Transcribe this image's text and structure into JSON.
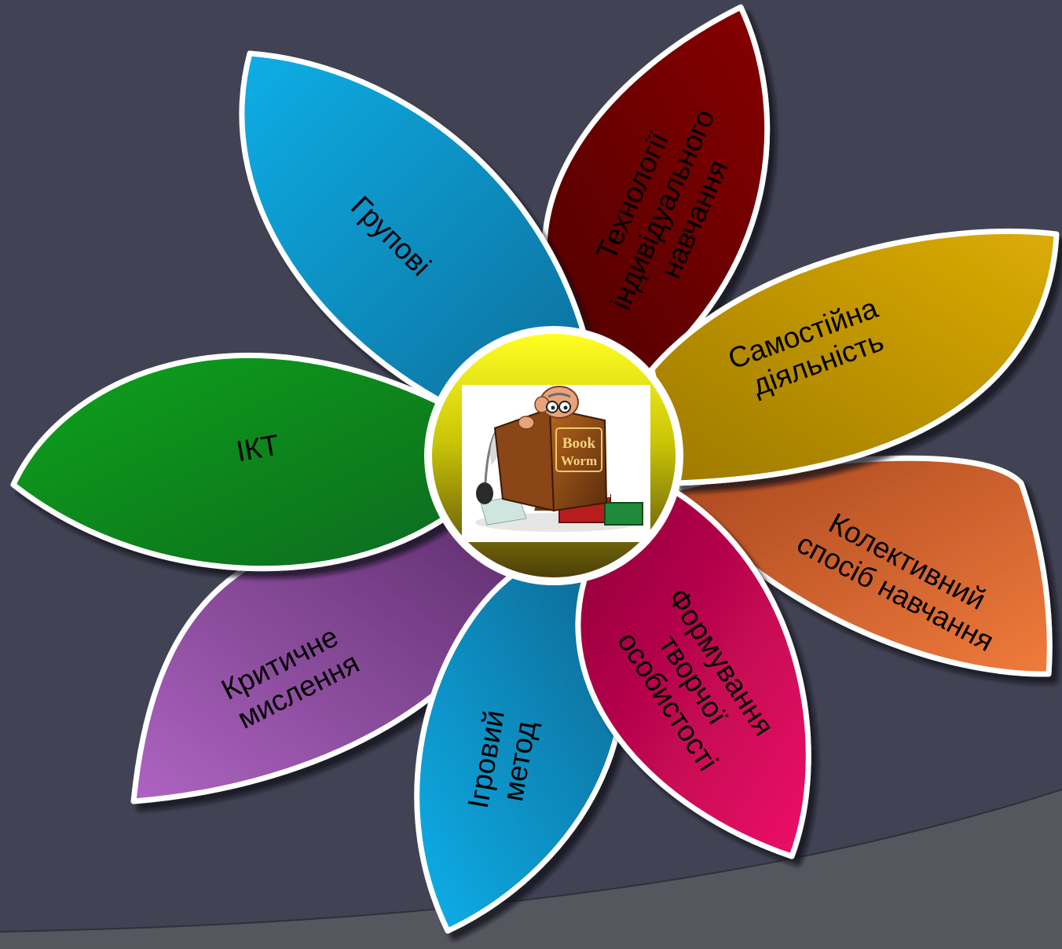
{
  "center": {
    "book_title_line1": "Book",
    "book_title_line2": "Worm",
    "icon": "bookworm-reading-icon"
  },
  "petals": [
    {
      "id": "grupovi",
      "lines": [
        "Групові"
      ],
      "color_light": "#10aee6",
      "color_dark": "#0a6f9c"
    },
    {
      "id": "tekhnolohii",
      "lines": [
        "Технології",
        "індивідуального",
        "навчання"
      ],
      "color_light": "#870404",
      "color_dark": "#4f0000"
    },
    {
      "id": "samostiina",
      "lines": [
        "Самостійна",
        "діяльність"
      ],
      "color_light": "#dcac07",
      "color_dark": "#9d7902"
    },
    {
      "id": "kolektyvnyi",
      "lines": [
        "Колективний",
        "спосіб навчання"
      ],
      "color_light": "#f07b3b",
      "color_dark": "#a84720"
    },
    {
      "id": "formuvannia",
      "lines": [
        "Формування",
        "творчої",
        "особистості"
      ],
      "color_light": "#ee0968",
      "color_dark": "#8e0437"
    },
    {
      "id": "ihrovyi",
      "lines": [
        "Ігровий",
        "метод"
      ],
      "color_light": "#0fb0ea",
      "color_dark": "#0a6792"
    },
    {
      "id": "krytychne",
      "lines": [
        "Критичне",
        "мислення"
      ],
      "color_light": "#ae64c2",
      "color_dark": "#5f2f6e"
    },
    {
      "id": "ikt",
      "lines": [
        "ІКТ"
      ],
      "color_light": "#0ca31a",
      "color_dark": "#0a6a21"
    }
  ],
  "colors": {
    "background": "#414253",
    "background_arc": "#56565f",
    "petal_outline": "#ffffff",
    "center_top": "#ffff22",
    "center_bottom": "#4d3f0a"
  }
}
